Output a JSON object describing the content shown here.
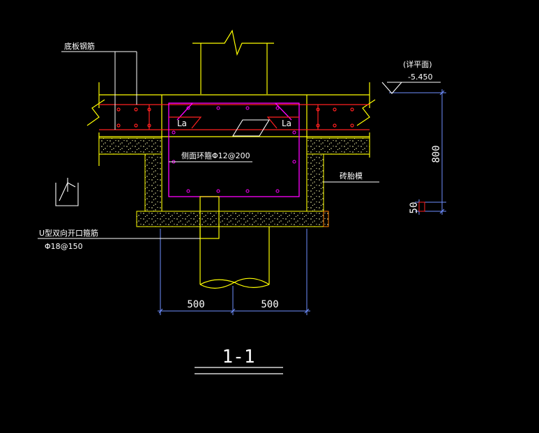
{
  "labels": {
    "bottom_slab_rebar": "底板钢筋",
    "elevation_note": "(详平面)",
    "elevation_value": "-5.450",
    "side_stirrup": "侧面环箍Φ12@200",
    "brick_mold": "砖胎模",
    "u_bar": "U型双向开口箍筋",
    "u_bar_spec": "Φ18@150",
    "la_left": "La",
    "la_right": "La"
  },
  "dimensions": {
    "height": "800",
    "cushion": "50",
    "left_half": "500",
    "right_half": "500"
  },
  "title": "1-1",
  "colors": {
    "background": "#000000",
    "structure": "#ffff00",
    "rebar_red": "#ff2020",
    "stirrup_magenta": "#ff00ff",
    "dimension": "#6f8fff",
    "text": "#ffffff",
    "concrete_fill": "#ffffb0"
  }
}
